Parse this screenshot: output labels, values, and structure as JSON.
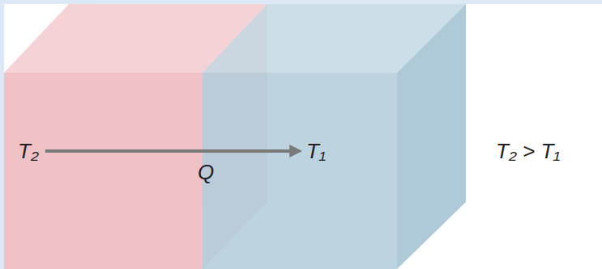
{
  "diagram": {
    "nodes": [
      {
        "text": [
          "T₂"
        ]
      },
      {
        "text": [
          "T₁"
        ]
      }
    ],
    "edges": [
      {
        "from": 0,
        "to": 1,
        "label": "Q",
        "arrow": "to"
      }
    ],
    "labels": [
      "T₂ > T₁"
    ]
  }
}
